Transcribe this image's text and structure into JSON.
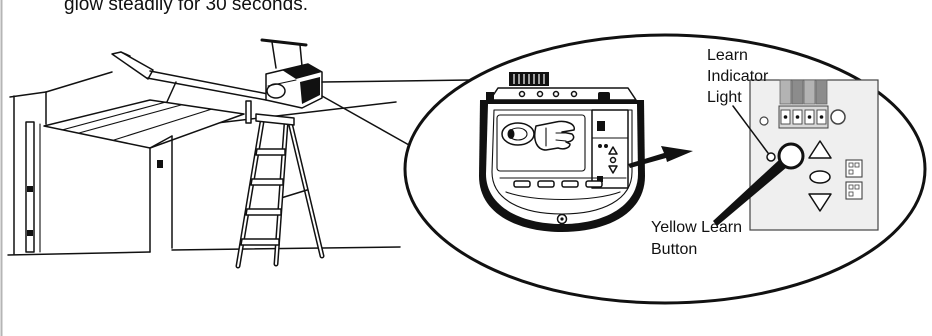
{
  "instruction_text": "glow steadily for 30 seconds.",
  "callouts": {
    "learn_indicator_light": {
      "lines": [
        "Learn",
        "Indicator",
        "Light"
      ]
    },
    "yellow_learn_button": {
      "lines": [
        "Yellow Learn",
        "Button"
      ]
    }
  },
  "colors": {
    "ink": "#111111",
    "panel_fill": "#efefef",
    "page_border": "#b5b5b5"
  }
}
